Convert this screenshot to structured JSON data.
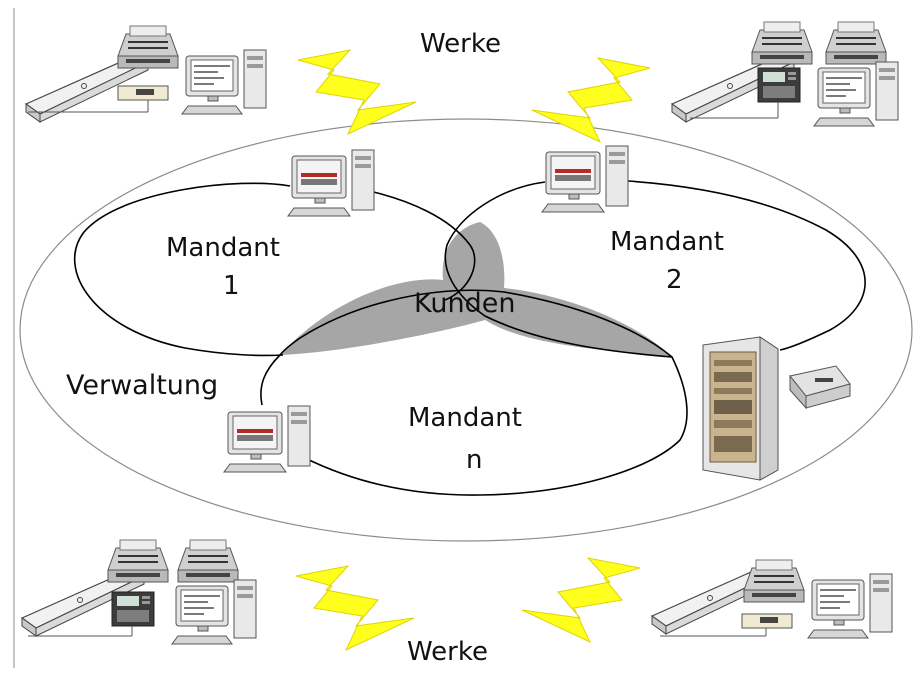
{
  "labels": {
    "werke_top": "Werke",
    "werke_bottom": "Werke",
    "verwaltung": "Verwaltung",
    "kunden": "Kunden",
    "mandant_1_line1": "Mandant",
    "mandant_1_line2": "1",
    "mandant_2_line1": "Mandant",
    "mandant_2_line2": "2",
    "mandant_n_line1": "Mandant",
    "mandant_n_line2": "n"
  },
  "colors": {
    "overlap_fill": "#a6a6a6",
    "lightning": "#ffff1e",
    "line": "#000000",
    "frame": "#8c8c8c"
  },
  "icons": [
    "printer-icon",
    "computer-icon",
    "terminal-icon",
    "scale-icon",
    "lightning-icon",
    "server-cabinet-icon",
    "laser-printer-icon"
  ]
}
